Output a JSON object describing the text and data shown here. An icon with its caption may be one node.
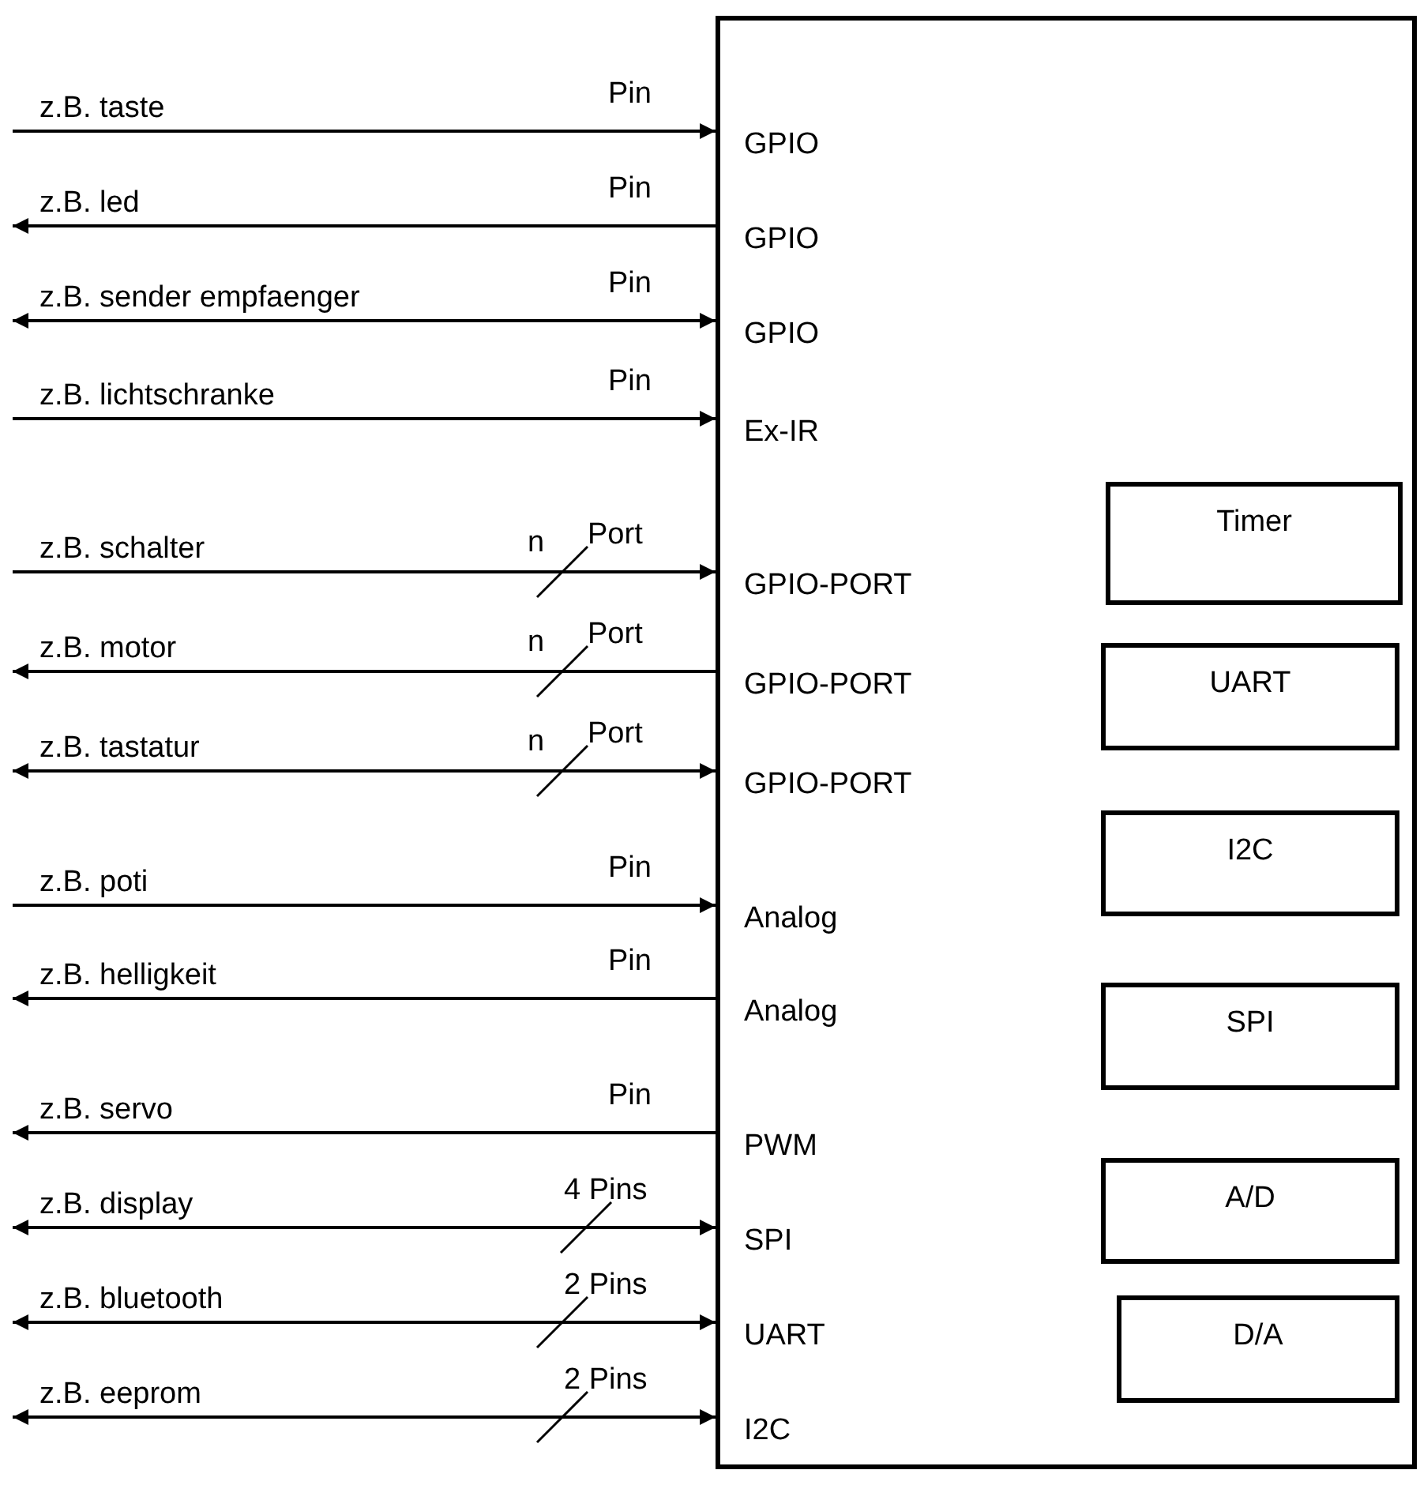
{
  "diagram": {
    "nodes": [
      {
        "text": [],
        "shape": "box"
      },
      {
        "text": [
          "z.B. taste"
        ]
      },
      {
        "text": [
          "GPIO"
        ],
        "in": 0
      },
      {
        "text": [
          "z.B. led"
        ]
      },
      {
        "text": [
          "GPIO"
        ],
        "in": 0
      },
      {
        "text": [
          "z.B. sender empfaenger"
        ]
      },
      {
        "text": [
          "GPIO"
        ],
        "in": 0
      },
      {
        "text": [
          "z.B. lichtschranke"
        ]
      },
      {
        "text": [
          "Ex-IR"
        ],
        "in": 0
      },
      {
        "text": [
          "z.B. schalter"
        ]
      },
      {
        "text": [
          "GPIO-PORT"
        ],
        "in": 0
      },
      {
        "text": [
          "z.B. motor"
        ]
      },
      {
        "text": [
          "GPIO-PORT"
        ],
        "in": 0
      },
      {
        "text": [
          "z.B. tastatur"
        ]
      },
      {
        "text": [
          "GPIO-PORT"
        ],
        "in": 0
      },
      {
        "text": [
          "z.B. poti"
        ]
      },
      {
        "text": [
          "Analog"
        ],
        "in": 0
      },
      {
        "text": [
          "z.B. helligkeit"
        ]
      },
      {
        "text": [
          "Analog"
        ],
        "in": 0
      },
      {
        "text": [
          "z.B. servo"
        ]
      },
      {
        "text": [
          "PWM"
        ],
        "in": 0
      },
      {
        "text": [
          "z.B. display"
        ]
      },
      {
        "text": [
          "SPI"
        ],
        "in": 0
      },
      {
        "text": [
          "z.B. bluetooth"
        ]
      },
      {
        "text": [
          "UART"
        ],
        "in": 0
      },
      {
        "text": [
          "z.B. eeprom"
        ]
      },
      {
        "text": [
          "I2C"
        ],
        "in": 0
      },
      {
        "text": [
          "Timer"
        ],
        "in": 0
      },
      {
        "text": [
          "UART"
        ],
        "in": 0
      },
      {
        "text": [
          "I2C"
        ],
        "in": 0
      },
      {
        "text": [
          "SPI"
        ],
        "in": 0
      },
      {
        "text": [
          "A/D"
        ],
        "in": 0
      },
      {
        "text": [
          "D/A"
        ],
        "in": 0
      }
    ],
    "edges": [
      {
        "from": 1,
        "to": 2,
        "arrow": "to",
        "label": "Pin"
      },
      {
        "from": 4,
        "to": 3,
        "arrow": "to",
        "label": "Pin"
      },
      {
        "from": 5,
        "to": 6,
        "arrow": "both",
        "label": "Pin"
      },
      {
        "from": 7,
        "to": 8,
        "arrow": "to",
        "label": "Pin"
      },
      {
        "from": 9,
        "to": 10,
        "arrow": "to",
        "label": "Port"
      },
      {
        "from": 12,
        "to": 11,
        "arrow": "to",
        "label": "Port"
      },
      {
        "from": 13,
        "to": 14,
        "arrow": "both",
        "label": "Port"
      },
      {
        "from": 15,
        "to": 16,
        "arrow": "to",
        "label": "Pin"
      },
      {
        "from": 18,
        "to": 17,
        "arrow": "to",
        "label": "Pin"
      },
      {
        "from": 20,
        "to": 19,
        "arrow": "to",
        "label": "Pin"
      },
      {
        "from": 21,
        "to": 22,
        "arrow": "both",
        "label": "4 Pins"
      },
      {
        "from": 23,
        "to": 24,
        "arrow": "both",
        "label": "2 Pins"
      },
      {
        "from": 25,
        "to": 26,
        "arrow": "both",
        "label": "2 Pins"
      }
    ],
    "labels": [
      "n",
      "n",
      "n"
    ]
  }
}
